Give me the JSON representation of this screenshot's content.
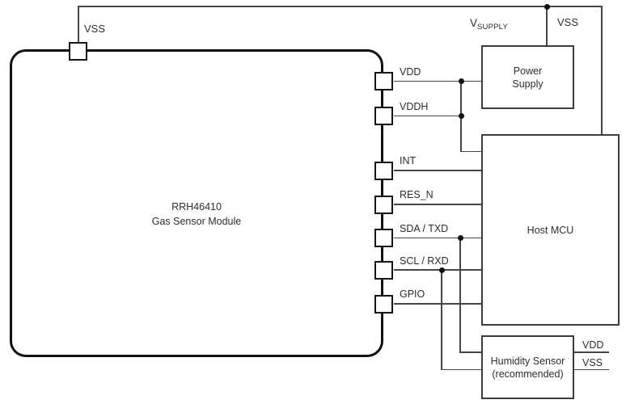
{
  "module": {
    "name_line1": "RRH46410",
    "name_line2": "Gas Sensor Module",
    "vss_pin_label": "VSS"
  },
  "pins": [
    {
      "label": "VDD"
    },
    {
      "label": "VDDH"
    },
    {
      "label": "INT"
    },
    {
      "label": "RES_N"
    },
    {
      "label": "SDA / TXD"
    },
    {
      "label": "SCL / RXD"
    },
    {
      "label": "GPIO"
    }
  ],
  "rails": {
    "vsupply_main": "V",
    "vsupply_sub": "SUPPLY",
    "vss": "VSS"
  },
  "power_supply": {
    "line1": "Power",
    "line2": "Supply"
  },
  "host_mcu": {
    "label": "Host MCU"
  },
  "humidity_sensor": {
    "line1": "Humidity Sensor",
    "line2": "(recommended)",
    "stub_vdd": "VDD",
    "stub_vss": "VSS"
  },
  "colors": {
    "background": "#ffffff",
    "wire": "#454545",
    "junction_dot": "#111111",
    "module_border": "#111111",
    "box_border": "#3d3d3d",
    "text": "#2d2d2d"
  }
}
